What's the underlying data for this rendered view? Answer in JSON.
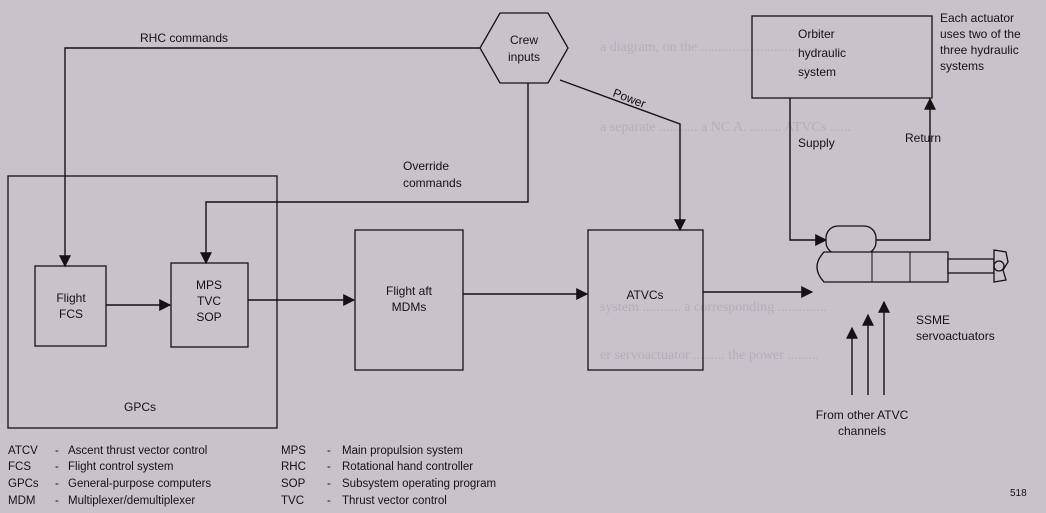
{
  "nodes": {
    "crew_inputs": [
      "Crew",
      "inputs"
    ],
    "orbiter_hydraulic": [
      "Orbiter",
      "hydraulic",
      "system"
    ],
    "gpcs": "GPCs",
    "flight_fcs": [
      "Flight",
      "FCS"
    ],
    "mps_tvc_sop": [
      "MPS",
      "TVC",
      "SOP"
    ],
    "flight_aft_mdms": [
      "Flight aft",
      "MDMs"
    ],
    "atvcs": "ATVCs"
  },
  "edge_labels": {
    "rhc_commands": "RHC commands",
    "override_commands": [
      "Override",
      "commands"
    ],
    "power": "Power",
    "supply": "Supply",
    "return": "Return"
  },
  "annotations": {
    "actuator_note": [
      "Each actuator",
      "uses two of the",
      "three hydraulic",
      "systems"
    ],
    "ssme_servoactuators": [
      "SSME",
      "servoactuators"
    ],
    "from_other_atvc": [
      "From other ATVC",
      "channels"
    ]
  },
  "legend": [
    {
      "abbr": "ATCV",
      "desc": "Ascent thrust vector control"
    },
    {
      "abbr": "FCS",
      "desc": "Flight control system"
    },
    {
      "abbr": "GPCs",
      "desc": "General-purpose computers"
    },
    {
      "abbr": "MDM",
      "desc": "Multiplexer/demultiplexer"
    },
    {
      "abbr": "MPS",
      "desc": "Main propulsion system"
    },
    {
      "abbr": "RHC",
      "desc": "Rotational hand controller"
    },
    {
      "abbr": "SOP",
      "desc": "Subsystem operating program"
    },
    {
      "abbr": "TVC",
      "desc": "Thrust vector control"
    }
  ],
  "page_number": "518",
  "colors": {
    "background": "#c9c2cb",
    "ink": "#141214",
    "bleed": "#a69ea8"
  }
}
